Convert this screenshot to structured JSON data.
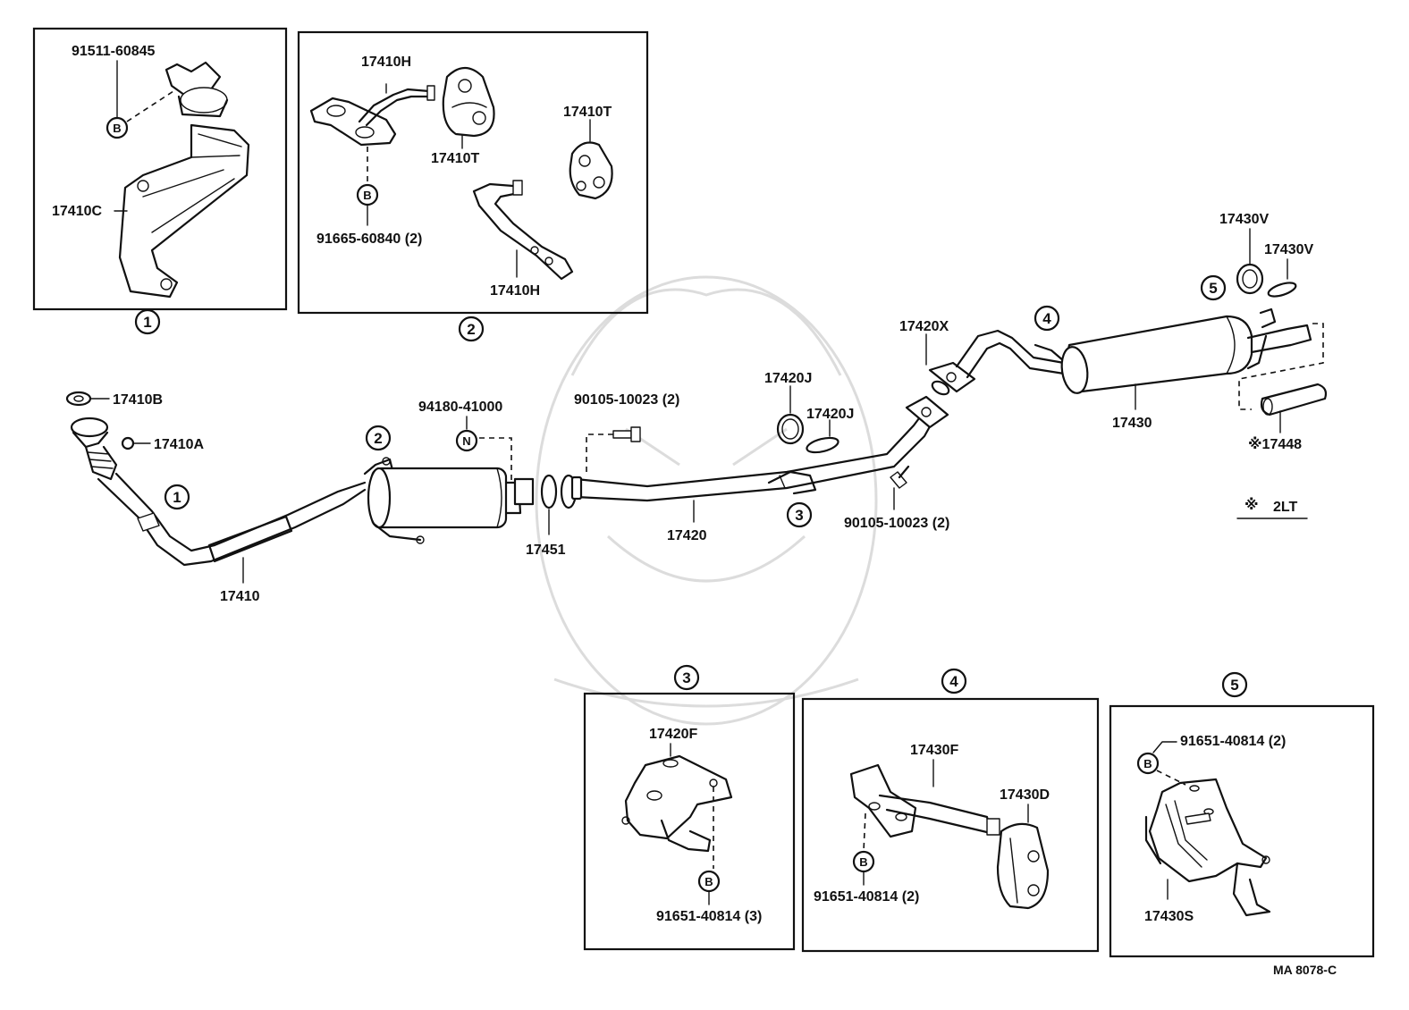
{
  "drawing_code": "MA  8078-C",
  "note": {
    "symbol": "※",
    "text": "2LT"
  },
  "labels": {
    "p17410B": "17410B",
    "p17410A": "17410A",
    "p17410": "17410",
    "p94180_41000": "94180-41000",
    "p90105_10023_a": "90105-10023 (2)",
    "p17451": "17451",
    "p17420": "17420",
    "p17420J_a": "17420J",
    "p17420J_b": "17420J",
    "p90105_10023_b": "90105-10023 (2)",
    "p17420X": "17420X",
    "p17430": "17430",
    "p17430V_a": "17430V",
    "p17430V_b": "17430V",
    "p17448": "※17448"
  },
  "callouts": {
    "c1_main": "1",
    "c2_main": "2",
    "c3_main": "3",
    "c4_main": "4",
    "c5_main": "5"
  },
  "letters": {
    "B": "B",
    "N": "N"
  },
  "insets": [
    {
      "id": "1",
      "parts": {
        "a": "91511-60845",
        "b": "17410C"
      }
    },
    {
      "id": "2",
      "parts": {
        "a": "17410H",
        "b": "17410T",
        "c": "17410T",
        "d": "91665-60840 (2)",
        "e": "17410H"
      }
    },
    {
      "id": "3",
      "parts": {
        "a": "17420F",
        "b": "91651-40814 (3)"
      }
    },
    {
      "id": "4",
      "parts": {
        "a": "17430F",
        "b": "17430D",
        "c": "91651-40814 (2)"
      }
    },
    {
      "id": "5",
      "parts": {
        "a": "91651-40814 (2)",
        "b": "17430S"
      }
    }
  ]
}
